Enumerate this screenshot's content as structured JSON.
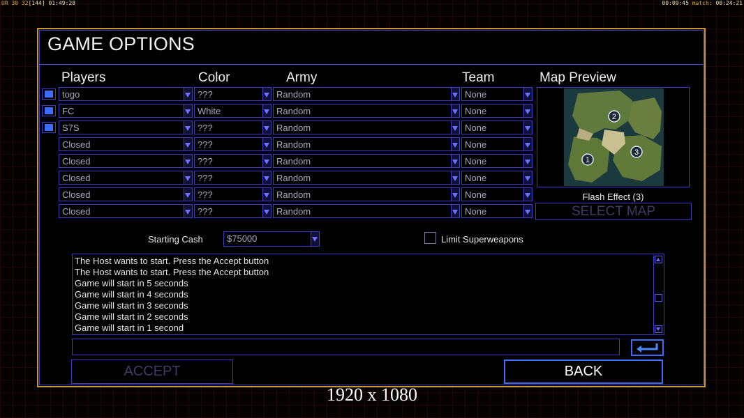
{
  "hud": {
    "left_prefix": "UR",
    "left_a": "30",
    "left_b": "32",
    "left_c": "[144]",
    "left_time": "01:49:28",
    "right_time": "00:09:45",
    "right_label": "match:",
    "right_match": "00:24:21"
  },
  "title": "GAME OPTIONS",
  "headers": {
    "players": "Players",
    "color": "Color",
    "army": "Army",
    "team": "Team",
    "map_preview": "Map Preview"
  },
  "rows": [
    {
      "player": "togo",
      "color": "???",
      "army": "Random",
      "team": "None",
      "has_flag": true
    },
    {
      "player": "FC",
      "color": "White",
      "army": "Random",
      "team": "None",
      "has_flag": true
    },
    {
      "player": "S7S",
      "color": "???",
      "army": "Random",
      "team": "None",
      "has_flag": true
    },
    {
      "player": "Closed",
      "color": "???",
      "army": "Random",
      "team": "None",
      "has_flag": false
    },
    {
      "player": "Closed",
      "color": "???",
      "army": "Random",
      "team": "None",
      "has_flag": false
    },
    {
      "player": "Closed",
      "color": "???",
      "army": "Random",
      "team": "None",
      "has_flag": false
    },
    {
      "player": "Closed",
      "color": "???",
      "army": "Random",
      "team": "None",
      "has_flag": false
    },
    {
      "player": "Closed",
      "color": "???",
      "army": "Random",
      "team": "None",
      "has_flag": false
    }
  ],
  "map": {
    "name": "Flash Effect (3)",
    "select_label": "SELECT MAP",
    "start_positions": [
      "1",
      "2",
      "3"
    ]
  },
  "starting_cash": {
    "label": "Starting Cash",
    "value": "$75000"
  },
  "limit_superweapons": {
    "label": "Limit Superweapons",
    "checked": false
  },
  "chat": {
    "lines": [
      "The Host wants to start. Press the Accept button",
      "The Host wants to start. Press the Accept button",
      "Game will start in 5 seconds",
      "Game will start in 4 seconds",
      "Game will start in 3 seconds",
      "Game will start in 2 seconds",
      "Game will start in 1 second"
    ],
    "input_value": ""
  },
  "buttons": {
    "accept": "ACCEPT",
    "back": "BACK"
  },
  "resolution_caption": "1920 x 1080",
  "colors": {
    "accent_blue": "#3c3cc0",
    "frame_gold": "#c79a2a",
    "flag_blue": "#3e6cff"
  }
}
